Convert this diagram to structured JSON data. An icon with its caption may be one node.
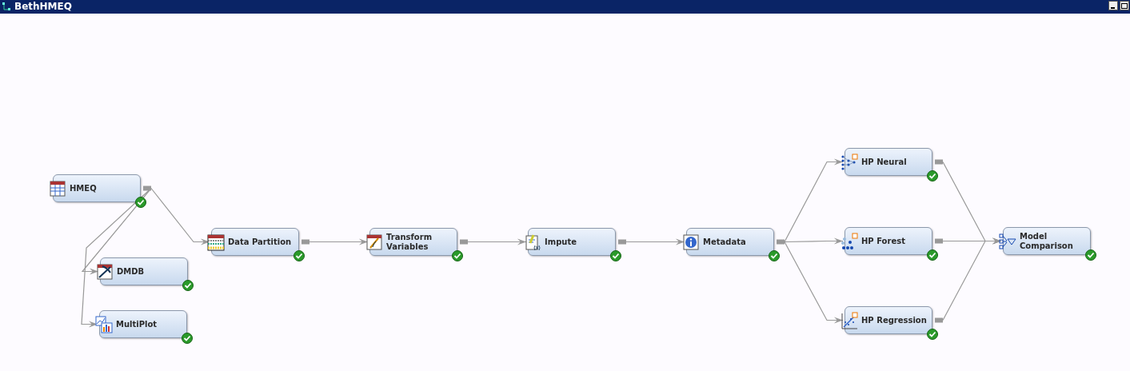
{
  "diagram": {
    "title": "BethHMEQ",
    "nodes": [
      {
        "text": [
          "HMEQ"
        ]
      },
      {
        "text": [
          "DMDB"
        ]
      },
      {
        "text": [
          "MultiPlot"
        ]
      },
      {
        "text": [
          "Data Partition"
        ]
      },
      {
        "text": [
          "Transform Variables"
        ]
      },
      {
        "text": [
          "Impute"
        ]
      },
      {
        "text": [
          "Metadata"
        ]
      },
      {
        "text": [
          "HP Neural"
        ]
      },
      {
        "text": [
          "HP Forest"
        ]
      },
      {
        "text": [
          "HP Regression"
        ]
      },
      {
        "text": [
          "Model Comparison"
        ]
      }
    ],
    "edges": [
      {
        "from": 0,
        "to": 1,
        "arrow": "to"
      },
      {
        "from": 0,
        "to": 2,
        "arrow": "to"
      },
      {
        "from": 0,
        "to": 3,
        "arrow": "to"
      },
      {
        "from": 3,
        "to": 4,
        "arrow": "to"
      },
      {
        "from": 4,
        "to": 5,
        "arrow": "to"
      },
      {
        "from": 5,
        "to": 6,
        "arrow": "to"
      },
      {
        "from": 6,
        "to": 7,
        "arrow": "to"
      },
      {
        "from": 6,
        "to": 8,
        "arrow": "to"
      },
      {
        "from": 6,
        "to": 9,
        "arrow": "to"
      },
      {
        "from": 7,
        "to": 10,
        "arrow": "to"
      },
      {
        "from": 8,
        "to": 10,
        "arrow": "to"
      },
      {
        "from": 9,
        "to": 10,
        "arrow": "to"
      }
    ]
  }
}
